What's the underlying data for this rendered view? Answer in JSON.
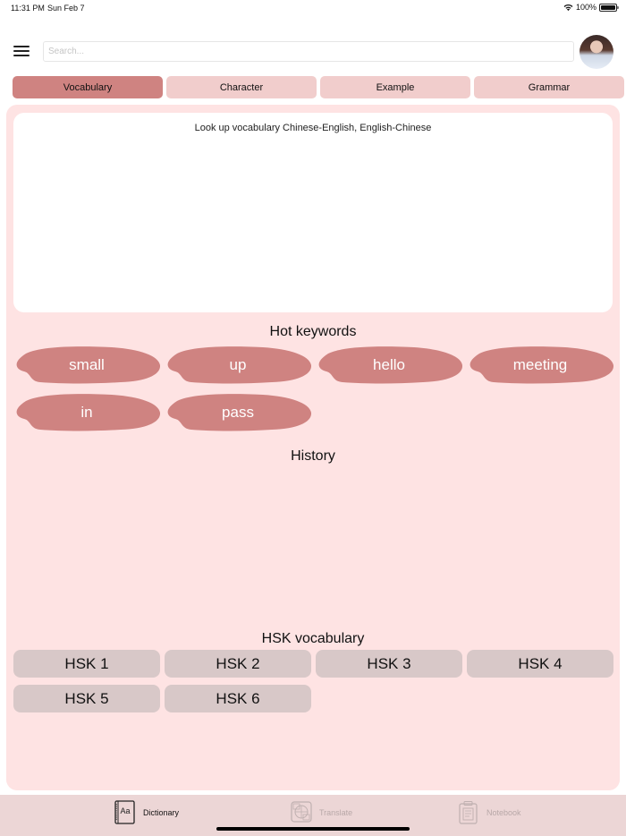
{
  "status_bar": {
    "time": "11:31 PM",
    "date": "Sun Feb 7",
    "battery": "100%"
  },
  "header": {
    "search_placeholder": "Search...",
    "search_value": ""
  },
  "tabs": [
    {
      "label": "Vocabulary",
      "active": true
    },
    {
      "label": "Character",
      "active": false
    },
    {
      "label": "Example",
      "active": false
    },
    {
      "label": "Grammar",
      "active": false
    }
  ],
  "lookup": {
    "description": "Look up vocabulary Chinese-English, English-Chinese"
  },
  "hot_keywords": {
    "title": "Hot keywords",
    "items": [
      "small",
      "up",
      "hello",
      "meeting",
      "in",
      "pass"
    ]
  },
  "history": {
    "title": "History",
    "items": []
  },
  "hsk": {
    "title": "HSK vocabulary",
    "items": [
      "HSK 1",
      "HSK 2",
      "HSK 3",
      "HSK 4",
      "HSK 5",
      "HSK 6"
    ]
  },
  "tabbar": {
    "items": [
      {
        "label": "Dictionary",
        "icon": "dictionary-icon",
        "active": true
      },
      {
        "label": "Translate",
        "icon": "translate-icon",
        "active": false
      },
      {
        "label": "Notebook",
        "icon": "notebook-icon",
        "active": false
      }
    ]
  },
  "colors": {
    "accent": "#cf8381",
    "tab_inactive": "#f1cdcc",
    "content_bg": "#fee3e3",
    "hsk_button": "#d8c8c8",
    "tabbar_bg": "#ecd6d6"
  }
}
